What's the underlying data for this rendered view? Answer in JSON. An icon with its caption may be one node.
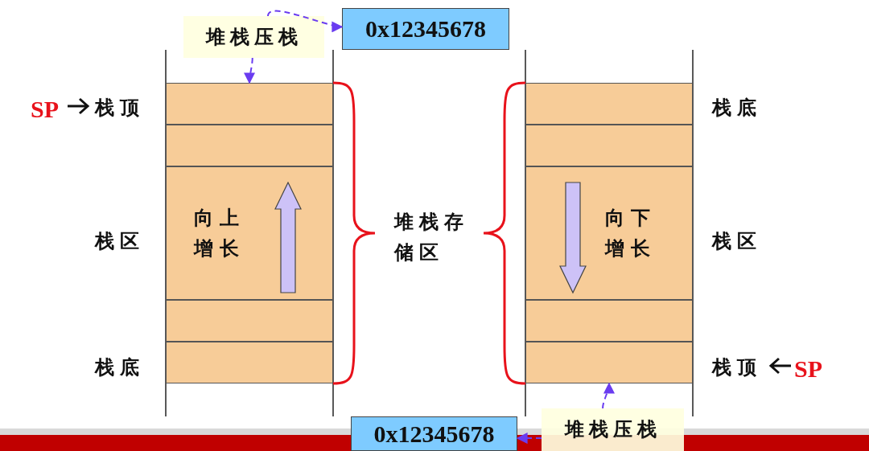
{
  "diagram": {
    "nodes": [
      {
        "text": [
          "堆栈压栈"
        ]
      },
      {
        "text": [
          "0x12345678"
        ]
      },
      {
        "text": [],
        "shape": "box"
      },
      {
        "text": [],
        "shape": "box"
      },
      {
        "text": [
          "向上增长"
        ]
      },
      {
        "text": [],
        "shape": "box"
      },
      {
        "text": [],
        "shape": "box"
      },
      {
        "text": [],
        "shape": "box"
      },
      {
        "text": [],
        "shape": "box"
      },
      {
        "text": [
          "向下增长"
        ]
      },
      {
        "text": [],
        "shape": "box"
      },
      {
        "text": [],
        "shape": "box"
      },
      {
        "text": [
          "0x12345678"
        ]
      },
      {
        "text": [
          "堆栈压栈"
        ]
      }
    ],
    "edges": [
      {
        "from": 0,
        "to": 1,
        "arrow": "to",
        "style": "dashed"
      },
      {
        "from": 0,
        "to": 2,
        "arrow": "to",
        "style": "dashed"
      },
      {
        "from": 13,
        "to": 11,
        "arrow": "to",
        "style": "dashed"
      },
      {
        "from": 13,
        "to": 12,
        "arrow": "to",
        "style": "dashed"
      }
    ],
    "labels": [
      "SP",
      "栈顶",
      "栈底",
      "栈区",
      "堆栈存储区",
      "栈区",
      "栈底",
      "栈顶",
      "SP"
    ]
  }
}
